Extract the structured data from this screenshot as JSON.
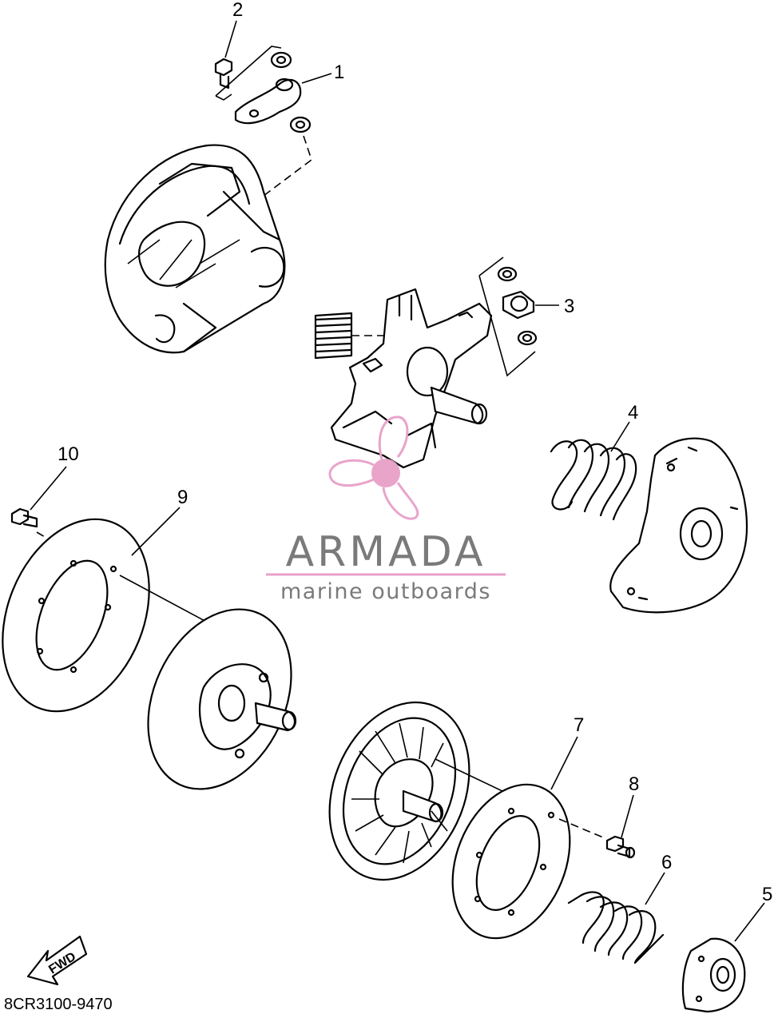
{
  "diagram": {
    "drawing_code": "8CR3100-9470",
    "direction_label": "FWD",
    "callouts": [
      {
        "id": "callout-1",
        "label": "1"
      },
      {
        "id": "callout-2",
        "label": "2"
      },
      {
        "id": "callout-3",
        "label": "3"
      },
      {
        "id": "callout-4",
        "label": "4"
      },
      {
        "id": "callout-5",
        "label": "5"
      },
      {
        "id": "callout-6",
        "label": "6"
      },
      {
        "id": "callout-7",
        "label": "7"
      },
      {
        "id": "callout-8",
        "label": "8"
      },
      {
        "id": "callout-9",
        "label": "9"
      },
      {
        "id": "callout-10",
        "label": "10"
      }
    ]
  },
  "watermark": {
    "brand": "ARMADA",
    "tagline": "marine outboards",
    "logo_icon": "propeller-icon",
    "accent_color": "#e8a0c8",
    "text_color": "#7a7a7a"
  }
}
